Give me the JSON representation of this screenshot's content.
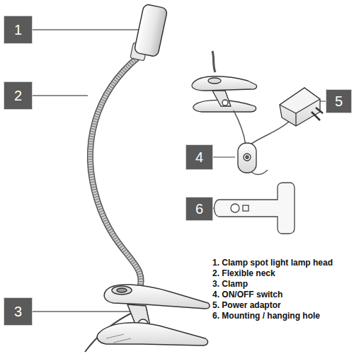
{
  "diagram": {
    "nodes": [
      {
        "text": [
          "1"
        ]
      },
      {
        "text": [
          "2"
        ]
      },
      {
        "text": [
          "3"
        ]
      },
      {
        "text": [
          "4"
        ]
      },
      {
        "text": [
          "5"
        ]
      },
      {
        "text": [
          "6"
        ]
      }
    ],
    "labels": [
      "1. Clamp spot light lamp head",
      "2. Flexible neck",
      "3. Clamp",
      "4. ON/OFF switch",
      "5. Power adaptor",
      "6. Mounting / hanging hole"
    ]
  }
}
